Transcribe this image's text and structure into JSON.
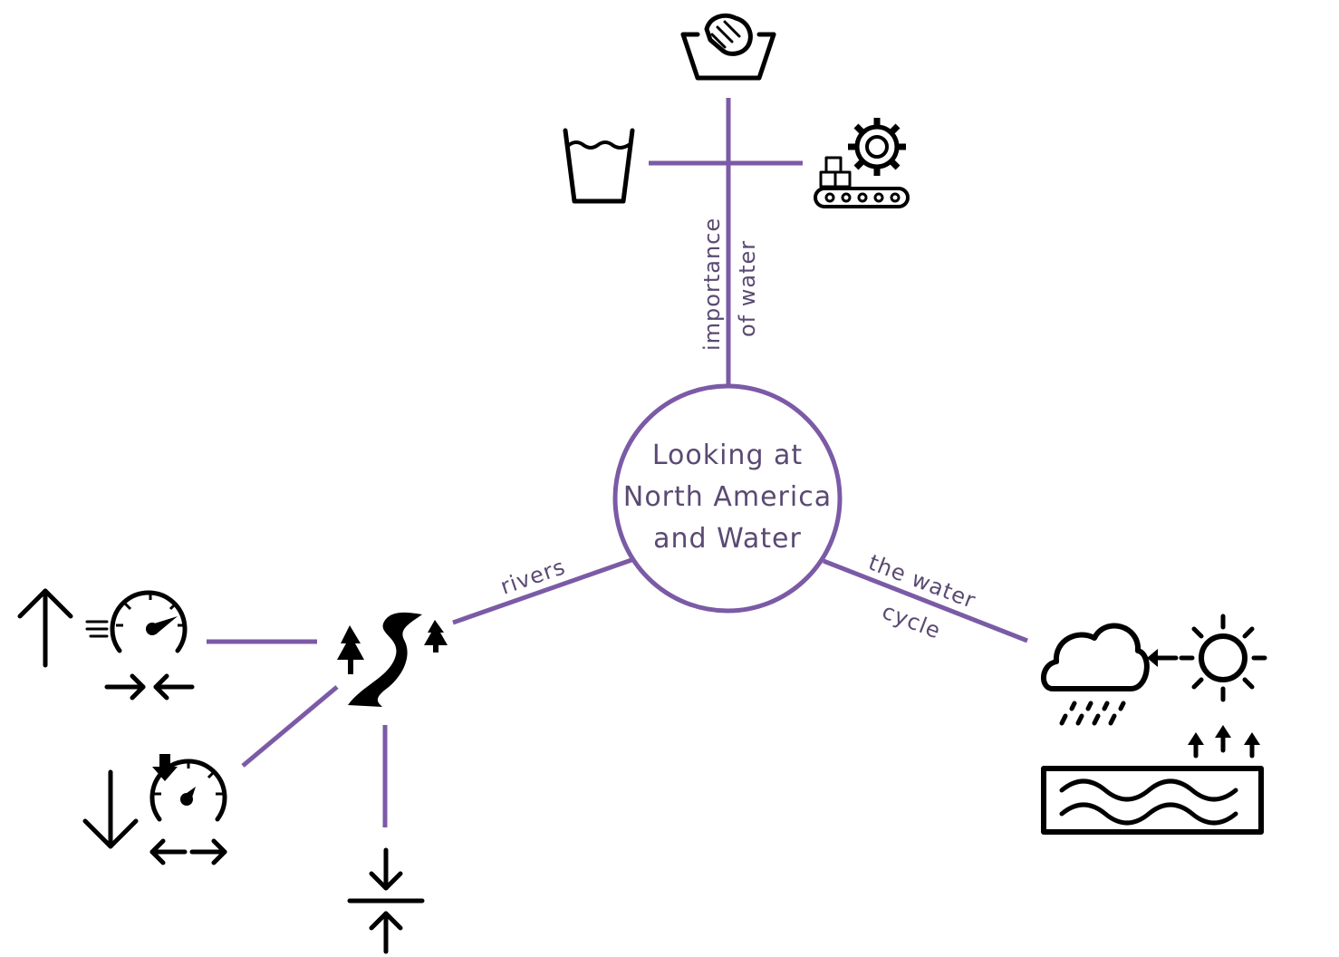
{
  "center": {
    "line1": "Looking at",
    "line2": "North America",
    "line3": "and Water"
  },
  "branches": {
    "importance": {
      "line1": "importance",
      "line2": "of water"
    },
    "rivers": {
      "label": "rivers"
    },
    "water_cycle": {
      "line1": "the water",
      "line2": "cycle"
    }
  },
  "colors": {
    "accent": "#7b5aa6",
    "text": "#5a4a73",
    "icon": "#000000"
  }
}
